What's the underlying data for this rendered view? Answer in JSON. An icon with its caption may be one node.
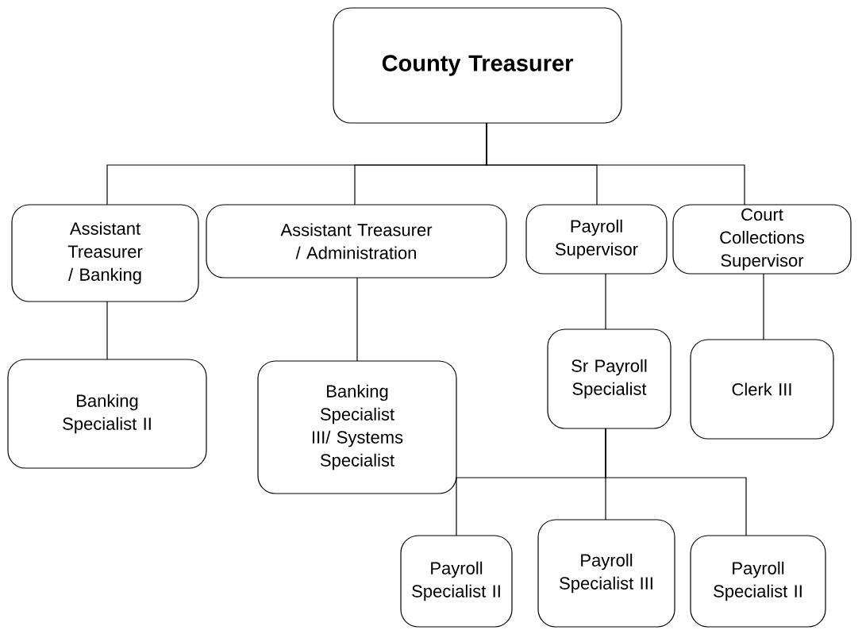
{
  "diagram": {
    "nodes": [
      {
        "text": [
          "County Treasurer"
        ]
      },
      {
        "text": [
          "Assistant Treasurer / Banking"
        ]
      },
      {
        "text": [
          "Assistant Treasurer / Administration"
        ]
      },
      {
        "text": [
          "Payroll Supervisor"
        ]
      },
      {
        "text": [
          "Court Collections Supervisor"
        ]
      },
      {
        "text": [
          "Banking Specialist II"
        ]
      },
      {
        "text": [
          "Banking Specialist III/ Systems Specialist"
        ]
      },
      {
        "text": [
          "Sr Payroll Specialist"
        ]
      },
      {
        "text": [
          "Clerk III"
        ]
      },
      {
        "text": [
          "Payroll Specialist II"
        ]
      },
      {
        "text": [
          "Payroll Specialist III"
        ]
      },
      {
        "text": [
          "Payroll Specialist II"
        ]
      }
    ],
    "edges": [
      {
        "from": 0,
        "to": 1,
        "arrow": "none"
      },
      {
        "from": 0,
        "to": 2,
        "arrow": "none"
      },
      {
        "from": 0,
        "to": 3,
        "arrow": "none"
      },
      {
        "from": 0,
        "to": 4,
        "arrow": "none"
      },
      {
        "from": 1,
        "to": 5,
        "arrow": "none"
      },
      {
        "from": 2,
        "to": 6,
        "arrow": "none"
      },
      {
        "from": 3,
        "to": 7,
        "arrow": "none"
      },
      {
        "from": 4,
        "to": 8,
        "arrow": "none"
      },
      {
        "from": 7,
        "to": 9,
        "arrow": "none"
      },
      {
        "from": 7,
        "to": 10,
        "arrow": "none"
      },
      {
        "from": 7,
        "to": 11,
        "arrow": "none"
      }
    ]
  }
}
